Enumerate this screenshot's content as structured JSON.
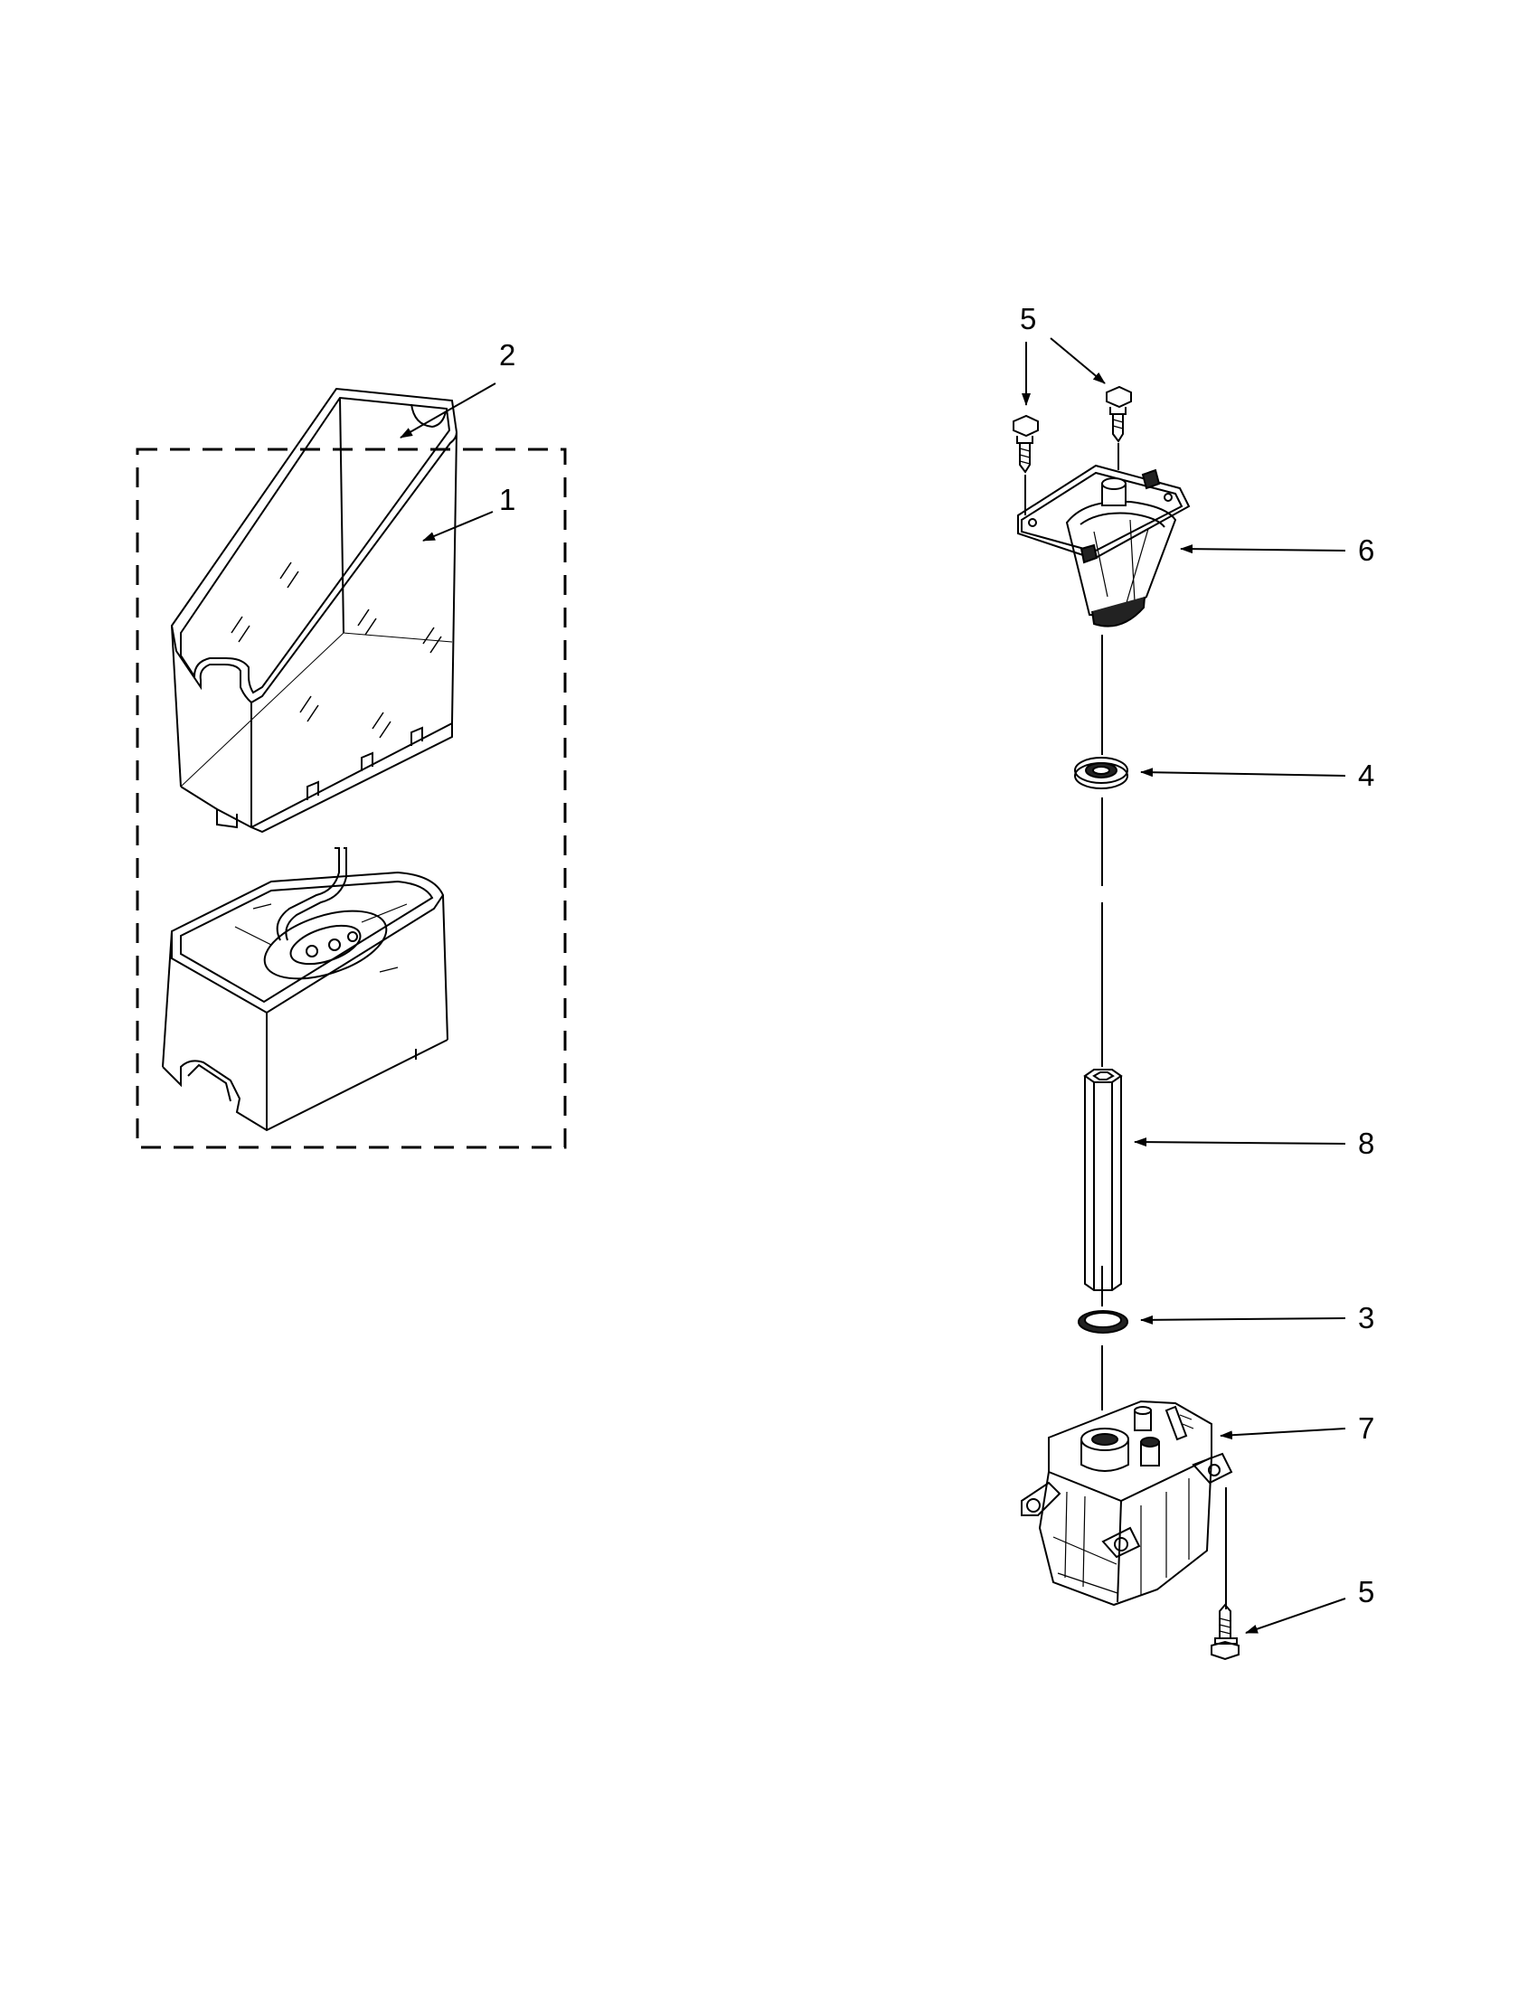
{
  "callouts": {
    "bucket_kit": "2",
    "bucket": "1",
    "screw_upper_left": "5",
    "screw_upper_right": "5",
    "screw_lower": "5",
    "bearing_housing": "6",
    "bearing": "4",
    "auger_shaft": "8",
    "washer": "3",
    "motor_gearbox": "7"
  },
  "colors": {
    "line": "#000000",
    "background": "#ffffff",
    "fill_dark": "#222222"
  }
}
